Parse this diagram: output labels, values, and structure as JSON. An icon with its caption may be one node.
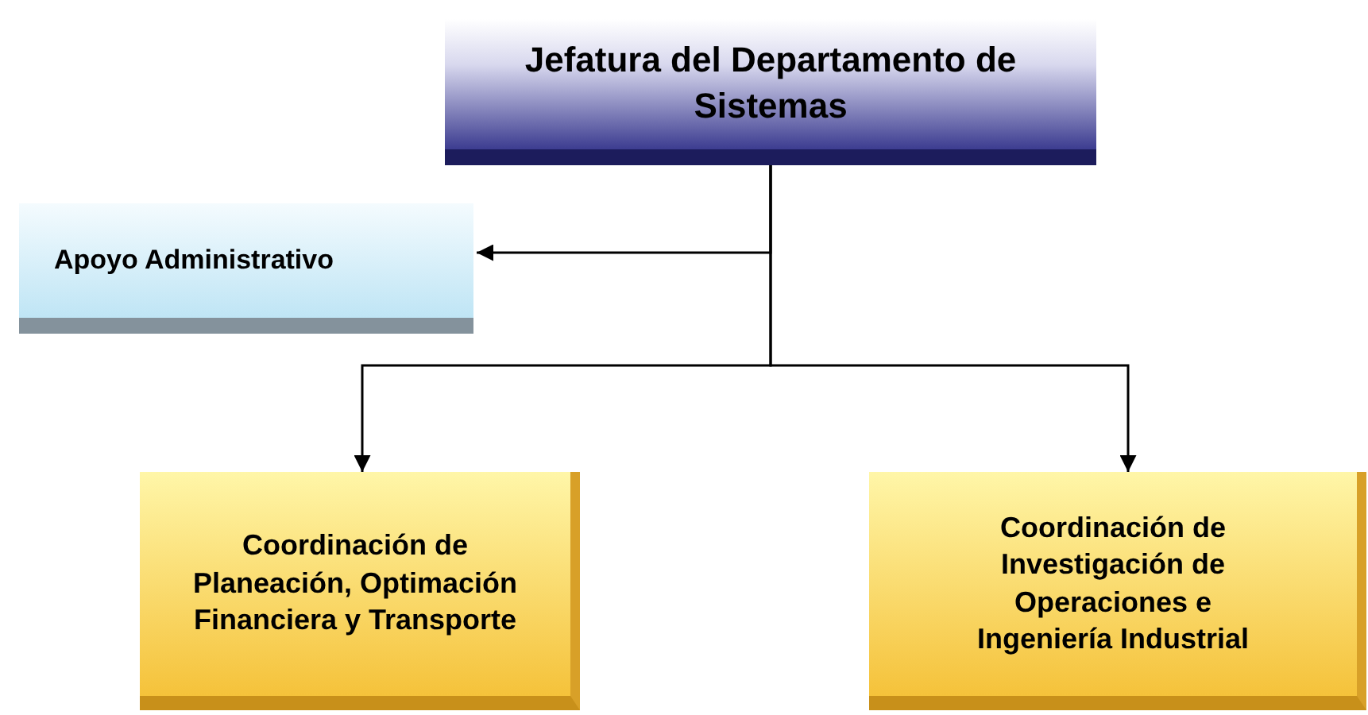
{
  "diagram": {
    "nodes": [
      {
        "text": [
          "Jefatura del Departamento de Sistemas"
        ]
      },
      {
        "text": [
          "Apoyo Administrativo"
        ]
      },
      {
        "text": [
          "Coordinación de Planeación, Optimación Financiera y Transporte"
        ]
      },
      {
        "text": [
          "Coordinación de Investigación de Operaciones e Ingeniería Industrial"
        ]
      }
    ],
    "edges": [
      {
        "from": 0,
        "to": 1,
        "arrow": "to"
      },
      {
        "from": 0,
        "to": 2,
        "arrow": "to"
      },
      {
        "from": 0,
        "to": 3,
        "arrow": "to"
      }
    ]
  }
}
